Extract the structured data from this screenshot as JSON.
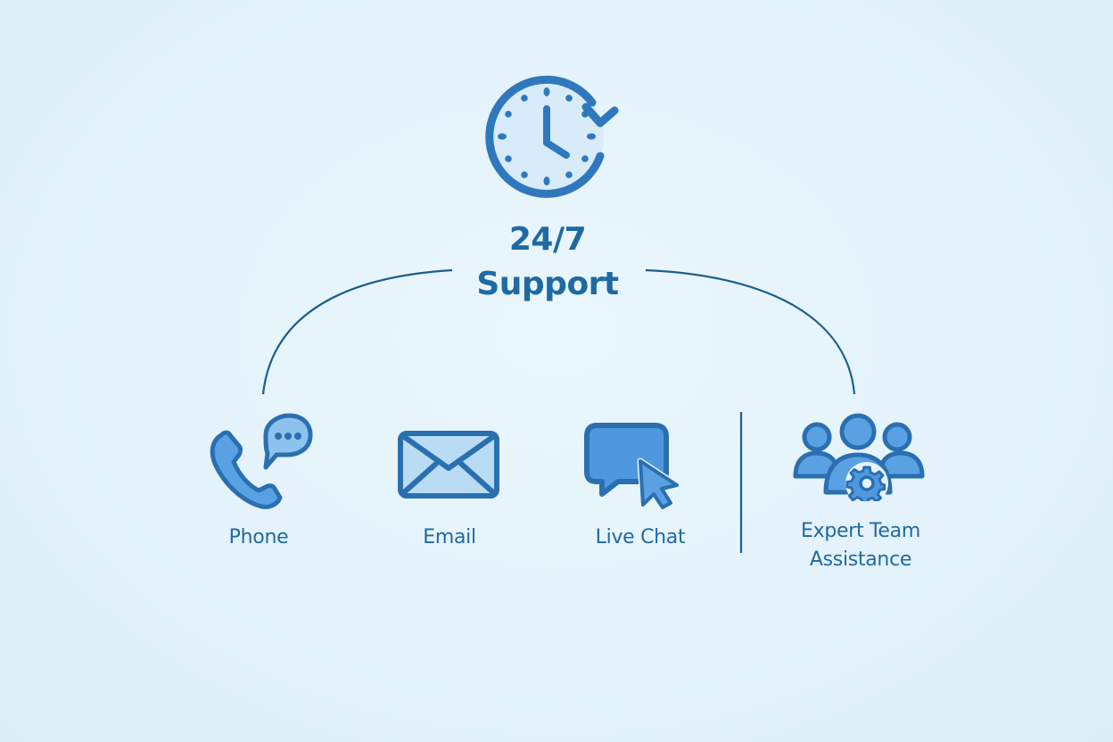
{
  "hub": {
    "title_line1": "24/7",
    "title_line2": "Support",
    "icon": "clock-refresh-icon"
  },
  "channels": [
    {
      "label": "Phone",
      "icon": "phone-chat-icon"
    },
    {
      "label": "Email",
      "icon": "envelope-icon"
    },
    {
      "label": "Live Chat",
      "icon": "chat-cursor-icon"
    },
    {
      "label_line1": "Expert Team",
      "label_line2": "Assistance",
      "icon": "team-gear-icon"
    }
  ],
  "colors": {
    "background": "#e5f3fc",
    "primary": "#1f6aa3",
    "stroke": "#2f78be",
    "fill_light": "#b9dcf4",
    "fill_mid": "#5aa1e3",
    "connector": "#1d5f8c"
  }
}
